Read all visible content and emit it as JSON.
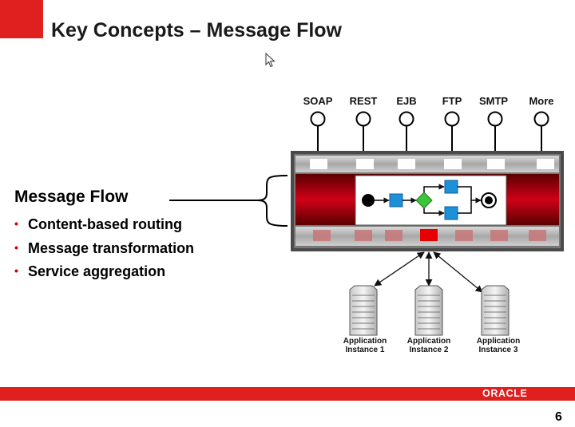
{
  "slide": {
    "title": "Key Concepts – Message Flow",
    "heading": "Message Flow",
    "bullets": [
      "Content-based routing",
      "Message transformation",
      "Service aggregation"
    ],
    "page_number": "6"
  },
  "protocols": [
    "SOAP",
    "REST",
    "EJB",
    "FTP",
    "SMTP",
    "More"
  ],
  "app_instances": [
    {
      "line1": "Application",
      "line2": "Instance 1"
    },
    {
      "line1": "Application",
      "line2": "Instance 2"
    },
    {
      "line1": "Application",
      "line2": "Instance 3"
    }
  ],
  "footer": {
    "logo_text": "ORACLE"
  },
  "colors": {
    "brand_red": "#e01f1f",
    "bus_red": "#c0001a",
    "node_blue": "#1e90d8",
    "gateway_green": "#3cc43c"
  },
  "bus": {
    "highlighted_bottom_slot": 3
  }
}
